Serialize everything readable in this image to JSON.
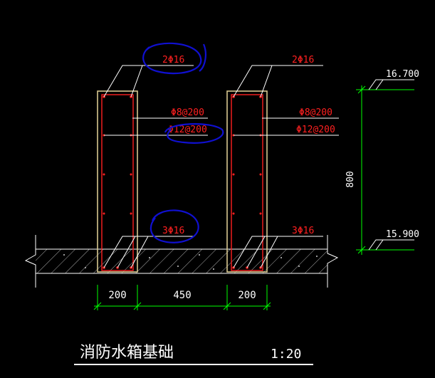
{
  "colors": {
    "background": "#000000",
    "outline": "#ffffff",
    "concrete": "#d8c890",
    "rebar": "#ff2020",
    "dimension": "#00ff00",
    "annotation_circle": "#1010d0"
  },
  "left_column": {
    "top_bars": "2Φ16",
    "stirrups": "Φ8@200",
    "side_bars": "Φ12@200",
    "bottom_bars": "3Φ16"
  },
  "right_column": {
    "top_bars": "2Φ16",
    "stirrups": "Φ8@200",
    "side_bars": "Φ12@200",
    "bottom_bars": "3Φ16"
  },
  "elevations": {
    "top": "16.700",
    "bottom": "15.900"
  },
  "height_dim": "800",
  "width_dims": [
    "200",
    "450",
    "200"
  ],
  "title": "消防水箱基础",
  "scale": "1:20"
}
